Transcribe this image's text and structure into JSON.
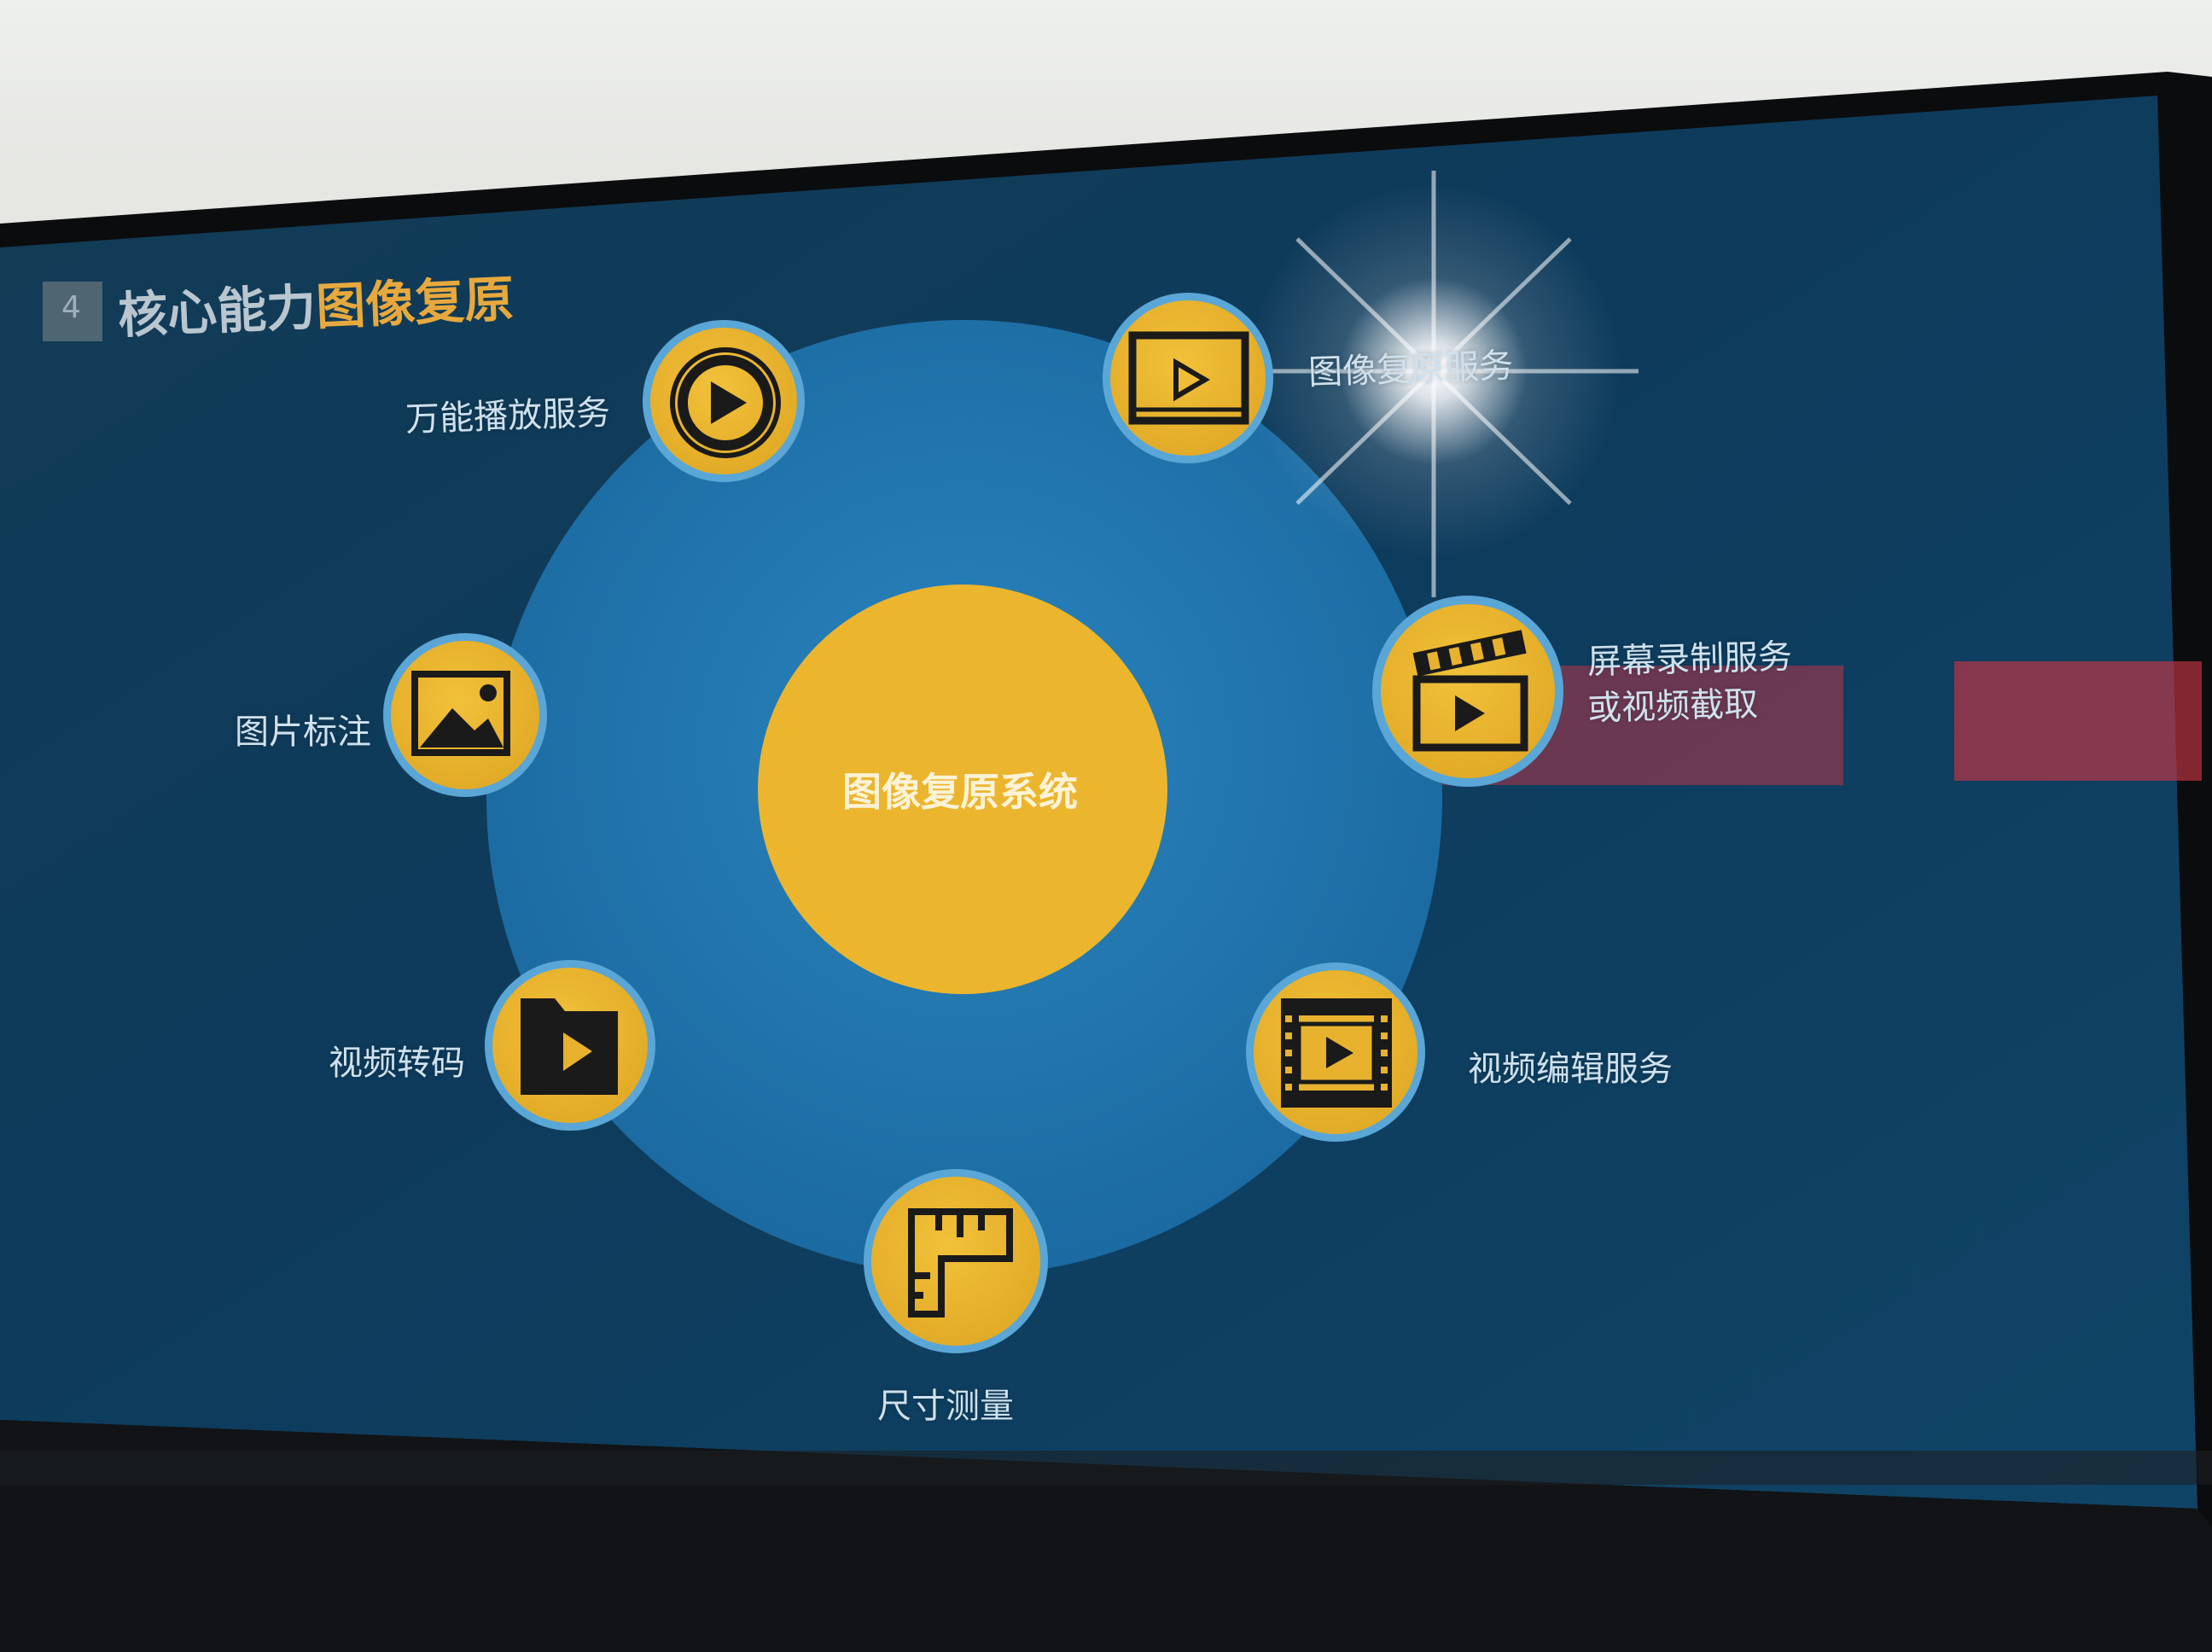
{
  "slide": {
    "section_number": "4",
    "title_part1": "核心能力",
    "title_part2": "图像复原",
    "center_label": "图像复原系统",
    "items": [
      {
        "label": "万能播放服务",
        "icon": "play-circle-icon"
      },
      {
        "label": "图像复原服务",
        "icon": "screen-play-icon"
      },
      {
        "label": "屏幕录制服务",
        "label2": "或视频截取",
        "icon": "clapperboard-icon"
      },
      {
        "label": "视频编辑服务",
        "icon": "film-frame-icon"
      },
      {
        "label": "尺寸测量",
        "icon": "ruler-icon"
      },
      {
        "label": "视频转码",
        "icon": "folder-play-icon"
      },
      {
        "label": "图片标注",
        "icon": "image-icon"
      }
    ]
  },
  "colors": {
    "screen_bg": "#0f3a57",
    "outer_circle": "#1e6a9c",
    "yellow": "#edb82e",
    "ring": "#5aa6d6",
    "title_orange": "#e7a93d",
    "title_gray": "#b9c6cf"
  }
}
